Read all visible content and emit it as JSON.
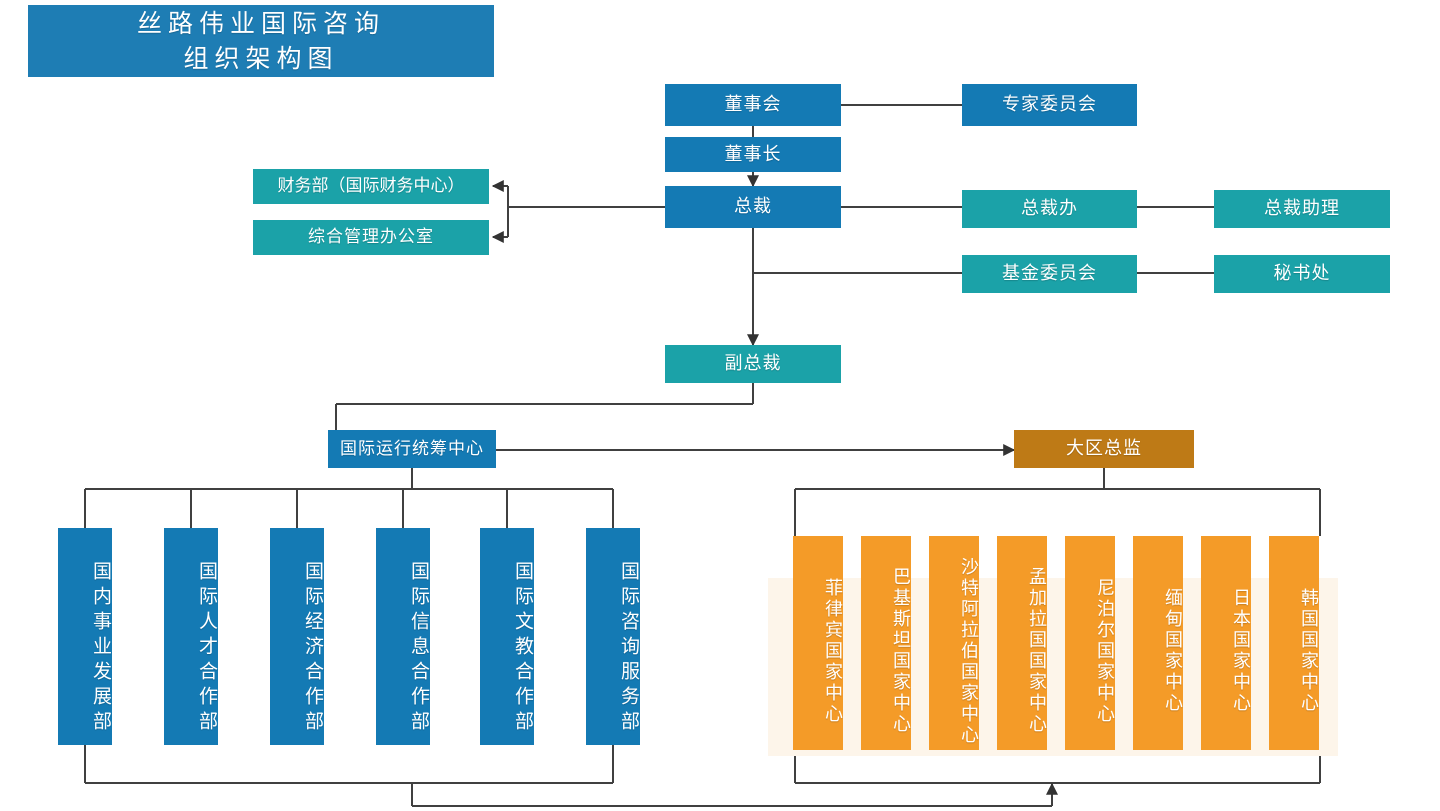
{
  "title": {
    "line1": "丝路伟业国际咨询",
    "line2": "组织架构图"
  },
  "colors": {
    "blue": "#147AB4",
    "teal": "#1BA2A8",
    "dark_orange": "#BE7A16",
    "orange": "#F49B28",
    "connector": "#404040",
    "panel": "#FDF5EA",
    "background": "#FFFFFF"
  },
  "nodes": {
    "board": "董事会",
    "expert_committee": "专家委员会",
    "chairman": "董事长",
    "president": "总裁",
    "president_office": "总裁办",
    "president_assistant": "总裁助理",
    "fund_committee": "基金委员会",
    "secretariat": "秘书处",
    "finance_dept": "财务部（国际财务中心）",
    "admin_office": "综合管理办公室",
    "vice_president": "副总裁",
    "ops_center": "国际运行统筹中心",
    "regional_director": "大区总监"
  },
  "departments": [
    {
      "label": "国内事业发展部"
    },
    {
      "label": "国际人才合作部"
    },
    {
      "label": "国际经济合作部"
    },
    {
      "label": "国际信息合作部"
    },
    {
      "label": "国际文教合作部"
    },
    {
      "label": "国际咨询服务部"
    }
  ],
  "country_centers": [
    {
      "label": "菲律宾国家中心"
    },
    {
      "label": "巴基斯坦国家中心"
    },
    {
      "label": "沙特阿拉伯国家中心"
    },
    {
      "label": "孟加拉国国家中心"
    },
    {
      "label": "尼泊尔国家中心"
    },
    {
      "label": "缅甸国家中心"
    },
    {
      "label": "日本国家中心"
    },
    {
      "label": "韩国国家中心"
    }
  ]
}
